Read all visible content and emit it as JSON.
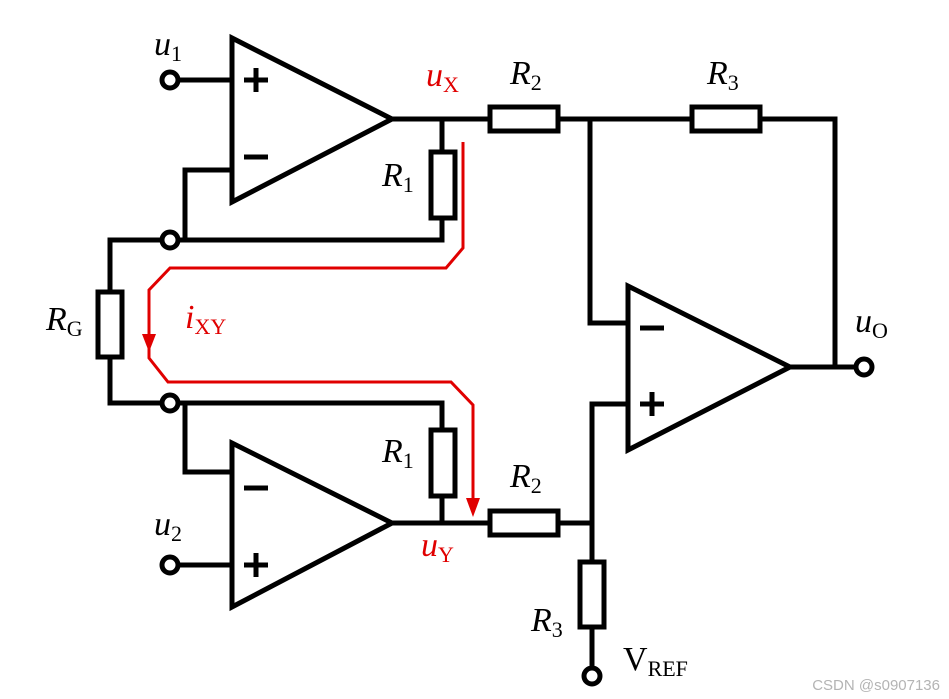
{
  "labels": {
    "u1": {
      "main": "u",
      "sub": "1"
    },
    "u2": {
      "main": "u",
      "sub": "2"
    },
    "ux": {
      "main": "u",
      "sub": "X"
    },
    "uy": {
      "main": "u",
      "sub": "Y"
    },
    "uo": {
      "main": "u",
      "sub": "O"
    },
    "r1_top": {
      "main": "R",
      "sub": "1"
    },
    "r1_bot": {
      "main": "R",
      "sub": "1"
    },
    "r2_top": {
      "main": "R",
      "sub": "2"
    },
    "r2_bot": {
      "main": "R",
      "sub": "2"
    },
    "r3_top": {
      "main": "R",
      "sub": "3"
    },
    "r3_bot": {
      "main": "R",
      "sub": "3"
    },
    "rg": {
      "main": "R",
      "sub": "G"
    },
    "ixy": {
      "main": "i",
      "sub": "XY"
    },
    "vref": {
      "main": "V",
      "sub": "REF"
    }
  },
  "colors": {
    "wire": "#000000",
    "current_path": "#e00000",
    "highlight_label": "#e00000"
  },
  "watermark": "CSDN @s0907136"
}
